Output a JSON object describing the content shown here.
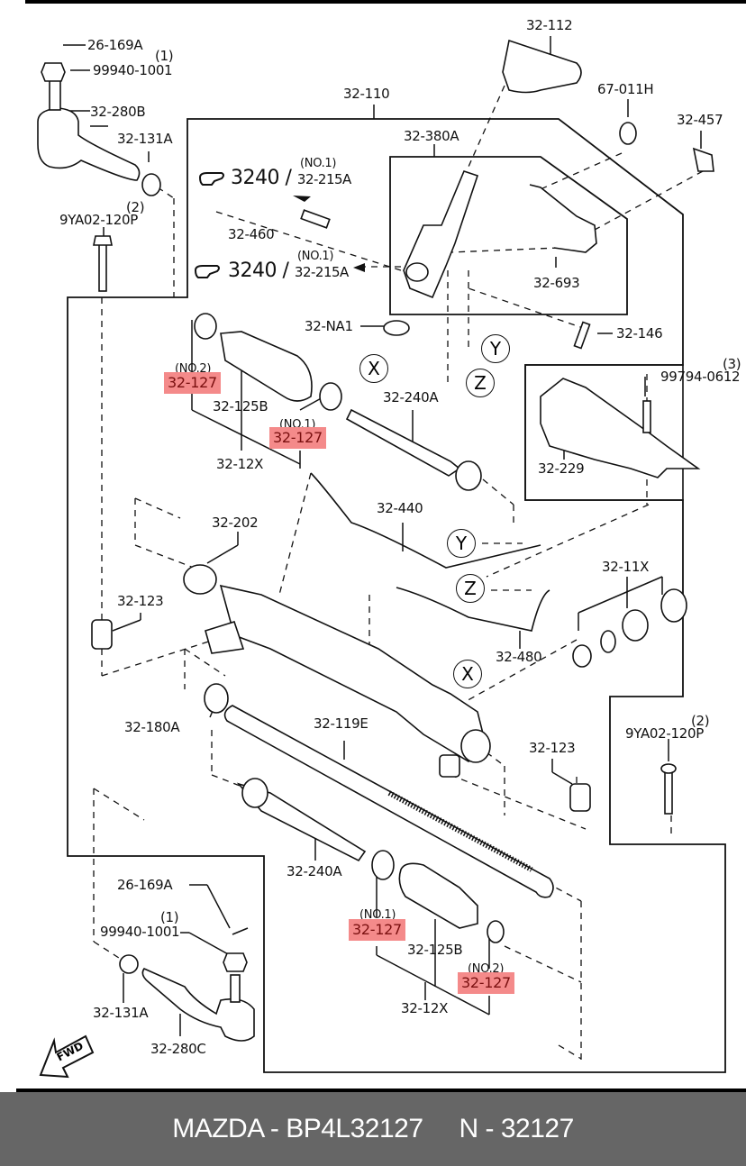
{
  "diagram": {
    "title": "Steering gear & linkage (power) exploded parts diagram",
    "fwd_label": "FWD",
    "ref_pages": [
      {
        "note": "(NO.1)",
        "page": "3240",
        "part": "32-215A"
      },
      {
        "note": "(NO.1)",
        "page": "3240",
        "part": "32-215A"
      }
    ],
    "callout_circles": [
      "X",
      "Y",
      "Z",
      "Y",
      "Z",
      "X"
    ],
    "labels": {
      "p26_169A_top": "26-169A",
      "qty1_top": "(1)",
      "p99940_1001_top": "99940-1001",
      "p32_280B": "32-280B",
      "p32_131A_top": "32-131A",
      "qty2_left": "(2)",
      "p9YA02_120P_left": "9YA02-120P",
      "p32_110": "32-110",
      "p32_112": "32-112",
      "p67_011H": "67-011H",
      "p32_457": "32-457",
      "p32_380A": "32-380A",
      "p32_460": "32-460",
      "p32_693": "32-693",
      "p32_NA1": "32-NA1",
      "p32_146": "32-146",
      "qty3": "(3)",
      "p99794_0612": "99794-0612",
      "p32_229": "32-229",
      "no2_top": "(NO.2)",
      "p32_125B_top": "32-125B",
      "no1_top": "(NO.1)",
      "p32_12X_top": "32-12X",
      "p32_240A_top": "32-240A",
      "p32_440": "32-440",
      "p32_202": "32-202",
      "p32_123_left": "32-123",
      "p32_11X": "32-11X",
      "p32_480": "32-480",
      "p32_180A": "32-180A",
      "p32_119E": "32-119E",
      "p32_123_right": "32-123",
      "qty2_right": "(2)",
      "p9YA02_120P_right": "9YA02-120P",
      "p32_240A_bottom": "32-240A",
      "p26_169A_bottom": "26-169A",
      "qty1_bottom": "(1)",
      "p99940_1001_bottom": "99940-1001",
      "p32_131A_bottom": "32-131A",
      "p32_280C": "32-280C",
      "no1_bottom": "(NO.1)",
      "p32_125B_bottom": "32-125B",
      "no2_bottom": "(NO.2)",
      "p32_12X_bottom": "32-12X"
    },
    "highlighted_part": "32-127",
    "highlight_color": "#f48a8a",
    "highlights": [
      "32-127",
      "32-127",
      "32-127",
      "32-127"
    ]
  },
  "footer": {
    "brand_part": "MAZDA - BP4L32127",
    "code": "N - 32127",
    "background": "#666666"
  }
}
